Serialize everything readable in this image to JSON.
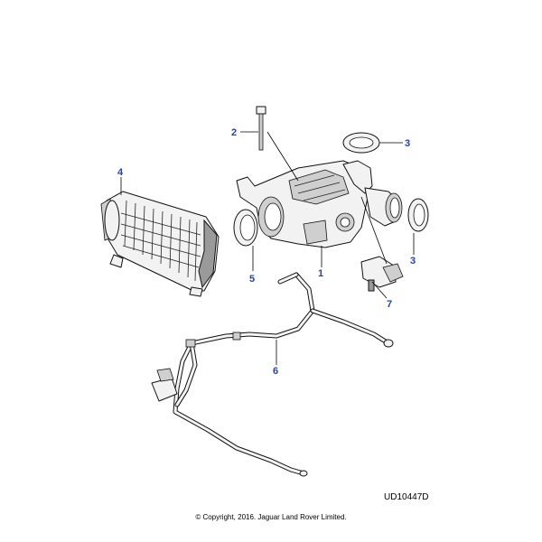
{
  "callouts": {
    "c1": "1",
    "c2": "2",
    "c3a": "3",
    "c3b": "3",
    "c4": "4",
    "c5": "5",
    "c6": "6",
    "c7": "7"
  },
  "drawing_code": "UD10447D",
  "copyright": "© Copyright, 2016. Jaguar Land Rover Limited.",
  "colors": {
    "callout": "#1a3fd1"
  }
}
